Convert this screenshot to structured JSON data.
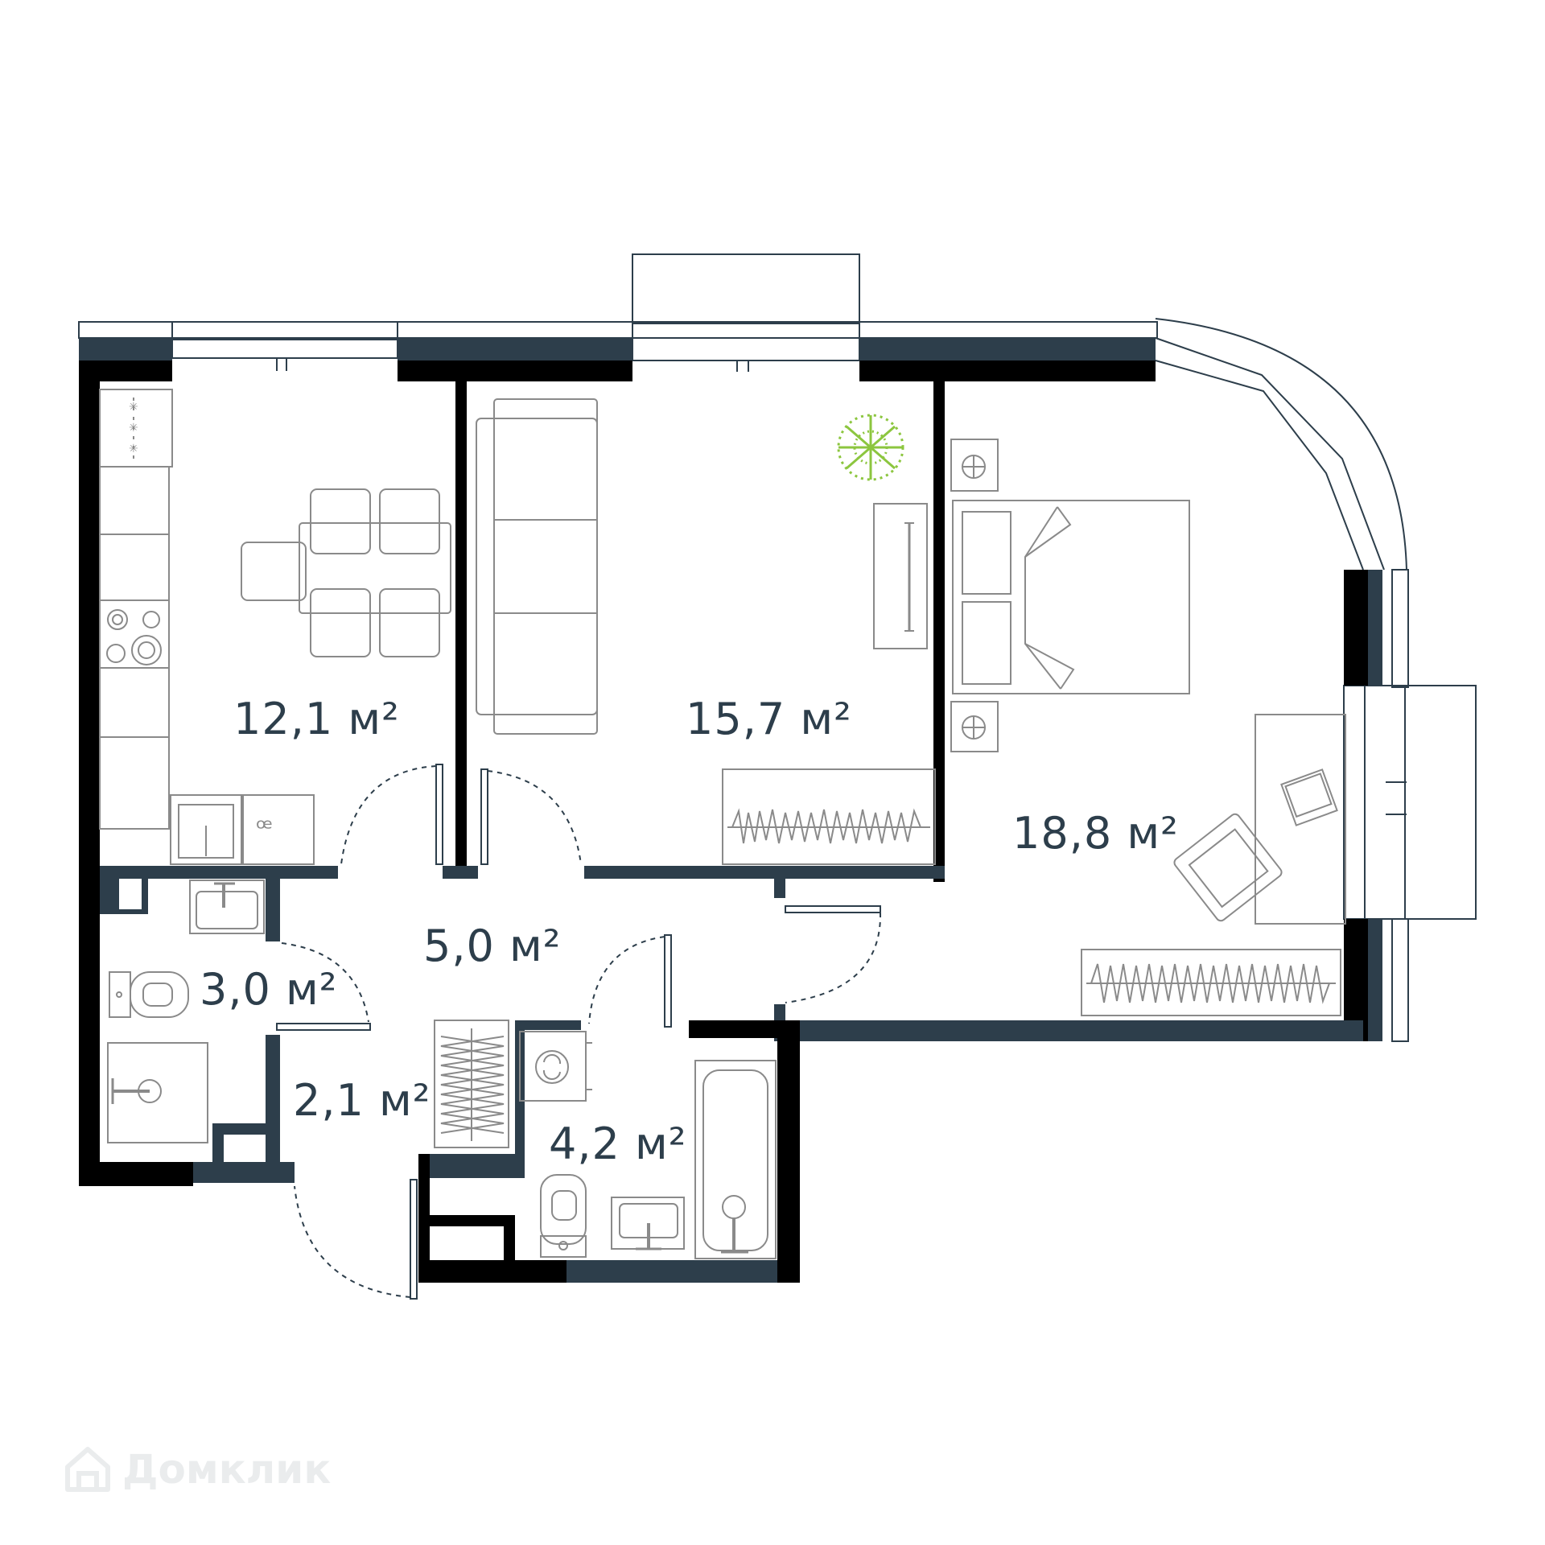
{
  "plan": {
    "colors": {
      "wall": "#2d3e4b",
      "wall_dark": "#000000",
      "furniture": "#8a8a8a",
      "plant": "#8cc63f"
    },
    "rooms": [
      {
        "id": "kitchen",
        "area": "12,1 м²"
      },
      {
        "id": "living",
        "area": "15,7 м²"
      },
      {
        "id": "bedroom",
        "area": "18,8 м²"
      },
      {
        "id": "hall",
        "area": "5,0 м²"
      },
      {
        "id": "bathroom",
        "area": "3,0 м²"
      },
      {
        "id": "corridor",
        "area": "2,1 м²"
      },
      {
        "id": "bathroom-2",
        "area": "4,2 м²"
      }
    ]
  },
  "watermark": {
    "text": "Домклик",
    "icon": "house-icon"
  }
}
